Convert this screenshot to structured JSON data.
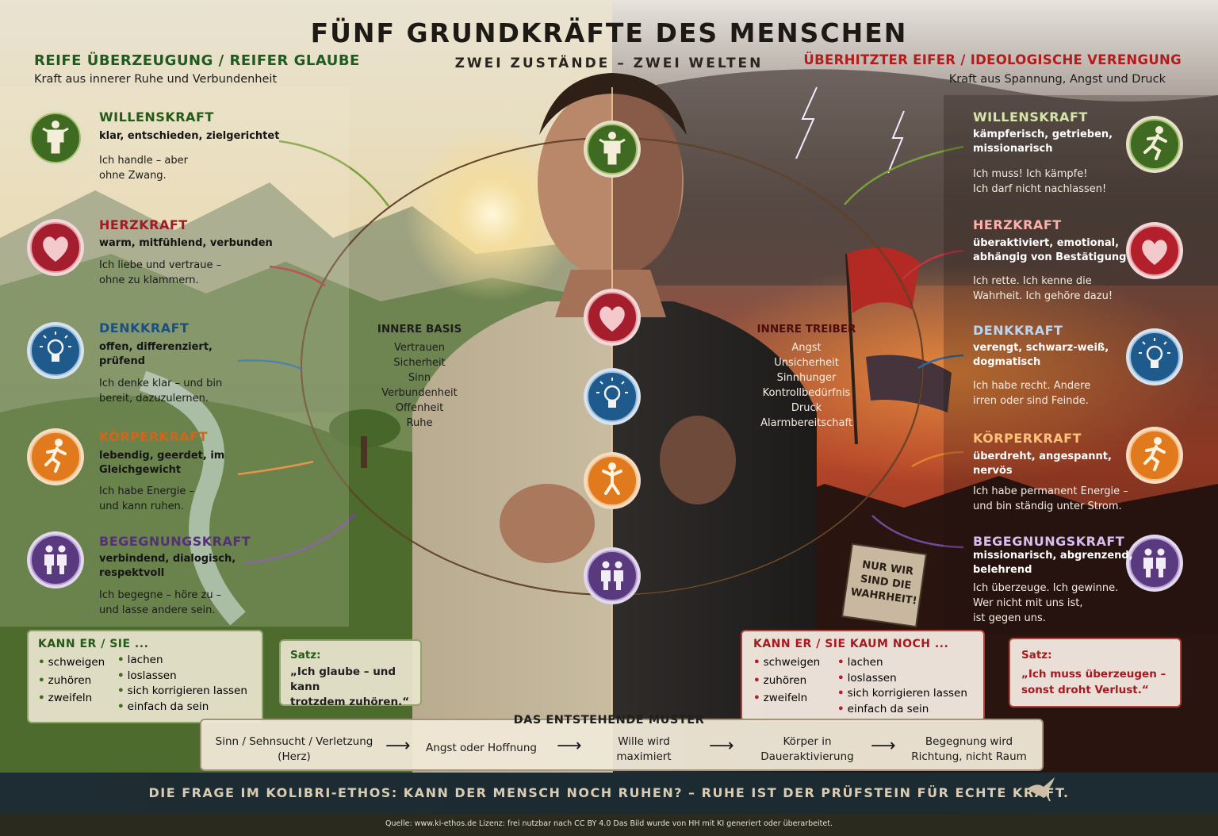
{
  "title": "FÜNF GRUNDKRÄFTE DES MENSCHEN",
  "subtitle": "ZWEI ZUSTÄNDE – ZWEI WELTEN",
  "left": {
    "heading": "REIFE ÜBERZEUGUNG / REIFER GLAUBE",
    "subheading": "Kraft aus innerer Ruhe und Verbundenheit",
    "forces": [
      {
        "title": "WILLENSKRAFT",
        "desc": [
          "klar, entschieden, zielgerichtet"
        ],
        "quote": [
          "Ich handle – aber",
          "ohne Zwang."
        ],
        "icon": "standing-figure-icon"
      },
      {
        "title": "HERZKRAFT",
        "desc": [
          "warm, mitfühlend, verbunden"
        ],
        "quote": [
          "Ich liebe und vertraue –",
          "ohne zu klammern."
        ],
        "icon": "heart-icon"
      },
      {
        "title": "DENKKRAFT",
        "desc": [
          "offen, differenziert,",
          "prüfend"
        ],
        "quote": [
          "Ich denke klar – und bin",
          "bereit, dazuzulernen."
        ],
        "icon": "lightbulb-icon"
      },
      {
        "title": "KÖRPERKRAFT",
        "desc": [
          "lebendig, geerdet, im",
          "Gleichgewicht"
        ],
        "quote": [
          "Ich habe Energie –",
          "und kann ruhen."
        ],
        "icon": "running-figure-icon"
      },
      {
        "title": "BEGEGNUNGSKRAFT",
        "desc": [
          "verbindend, dialogisch,",
          "respektvoll"
        ],
        "quote": [
          "Ich begegne – höre zu –",
          "und lasse andere sein."
        ],
        "icon": "two-people-icon"
      }
    ],
    "inner": {
      "title": "INNERE BASIS",
      "items": [
        "Vertrauen",
        "Sicherheit",
        "Sinn",
        "Verbundenheit",
        "Offenheit",
        "Ruhe"
      ]
    },
    "can": {
      "title": "KANN ER / SIE ...",
      "col1": [
        "schweigen",
        "zuhören",
        "zweifeln"
      ],
      "col2": [
        "lachen",
        "loslassen",
        "sich korrigieren lassen",
        "einfach da sein"
      ]
    },
    "satz": {
      "label": "Satz:",
      "text": [
        "„Ich glaube – und kann",
        "trotzdem zuhören.“"
      ]
    }
  },
  "right": {
    "heading": "ÜBERHITZTER EIFER / IDEOLOGISCHE VERENGUNG",
    "subheading": "Kraft aus Spannung, Angst und Druck",
    "forces": [
      {
        "title": "WILLENSKRAFT",
        "desc": [
          "kämpferisch, getrieben,",
          "missionarisch"
        ],
        "quote": [
          "Ich muss! Ich kämpfe!",
          "Ich darf nicht nachlassen!"
        ],
        "icon": "running-figure-icon"
      },
      {
        "title": "HERZKRAFT",
        "desc": [
          "überaktiviert, emotional,",
          "abhängig von Bestätigung"
        ],
        "quote": [
          "Ich rette. Ich kenne die",
          "Wahrheit. Ich gehöre dazu!"
        ],
        "icon": "heart-icon"
      },
      {
        "title": "DENKKRAFT",
        "desc": [
          "verengt, schwarz-weiß,",
          "dogmatisch"
        ],
        "quote": [
          "Ich habe recht. Andere",
          "irren oder sind Feinde."
        ],
        "icon": "lightbulb-icon"
      },
      {
        "title": "KÖRPERKRAFT",
        "desc": [
          "überdreht, angespannt,",
          "nervös"
        ],
        "quote": [
          "Ich habe permanent Energie –",
          "und bin ständig unter Strom."
        ],
        "icon": "running-figure-icon"
      },
      {
        "title": "BEGEGNUNGSKRAFT",
        "desc": [
          "missionarisch, abgrenzend,",
          "belehrend"
        ],
        "quote": [
          "Ich überzeuge. Ich gewinne.",
          "Wer nicht mit uns ist,",
          "ist gegen uns."
        ],
        "icon": "two-people-icon"
      }
    ],
    "inner": {
      "title": "INNERE TREIBER",
      "items": [
        "Angst",
        "Unsicherheit",
        "Sinnhunger",
        "Kontrollbedürfnis",
        "Druck",
        "Alarmbereitschaft"
      ]
    },
    "can": {
      "title": "KANN ER / SIE KAUM NOCH ...",
      "col1": [
        "schweigen",
        "zuhören",
        "zweifeln"
      ],
      "col2": [
        "lachen",
        "loslassen",
        "sich korrigieren lassen",
        "einfach da sein"
      ]
    },
    "satz": {
      "label": "Satz:",
      "text": [
        "„Ich muss überzeugen –",
        "sonst droht Verlust.“"
      ]
    }
  },
  "sign": [
    "NUR WIR",
    "SIND DIE",
    "WAHRHEIT!"
  ],
  "pattern": {
    "title": "DAS ENTSTEHENDE MUSTER",
    "steps": [
      [
        "Sinn / Sehnsucht / Verletzung",
        "(Herz)"
      ],
      [
        "Angst oder Hoffnung"
      ],
      [
        "Wille wird",
        "maximiert"
      ],
      [
        "Körper in",
        "Daueraktivierung"
      ],
      [
        "Begegnung wird",
        "Richtung, nicht Raum"
      ]
    ]
  },
  "bottom_question": "DIE FRAGE IM KOLIBRI-ETHOS:  KANN DER MENSCH NOCH RUHEN?  –  RUHE IST DER PRÜFSTEIN FÜR ECHTE KRAFT.",
  "footer": "Quelle: www.ki-ethos.de Lizenz: frei nutzbar nach CC BY 4.0 Das Bild wurde von HH mit KI generiert oder überarbeitet.",
  "colors": {
    "green": "#3f6a22",
    "red": "#b31f2a",
    "blue": "#1f5a8c",
    "orange": "#e07a1c",
    "purple": "#5a3a7e"
  }
}
